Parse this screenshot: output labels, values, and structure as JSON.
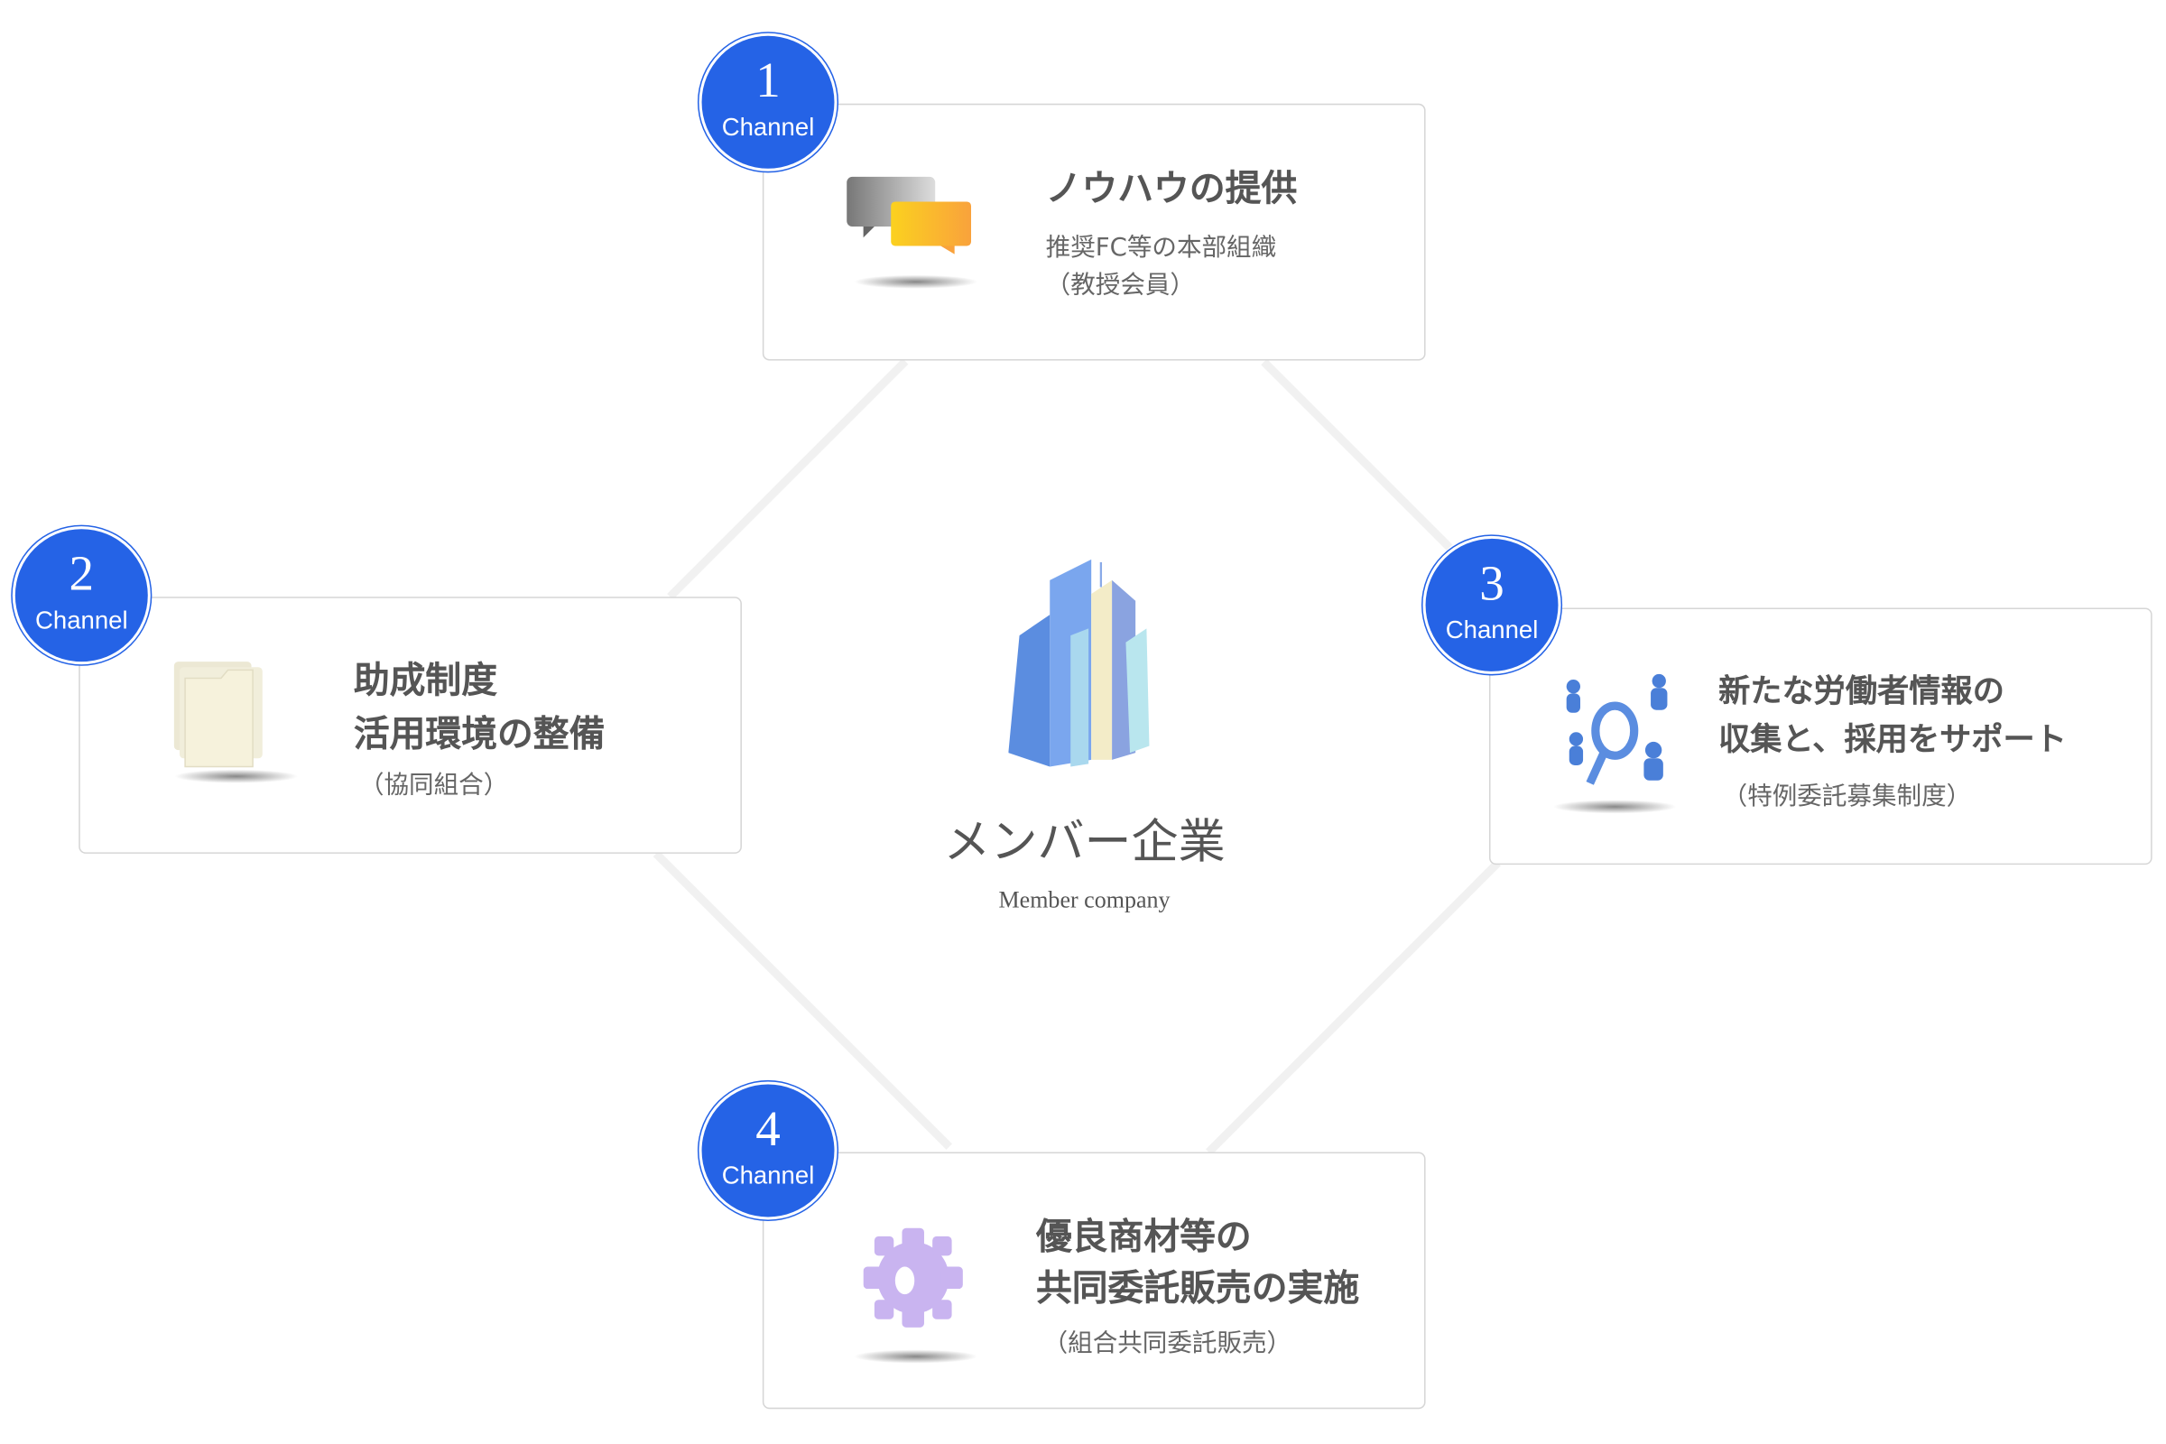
{
  "center": {
    "title": "メンバー企業",
    "subtitle": "Member company",
    "icon": "buildings-icon"
  },
  "channels": [
    {
      "number": "1",
      "label": "Channel",
      "title_lines": [
        "ノウハウの提供"
      ],
      "sub_lines": [
        "推奨FC等の本部組織",
        "（教授会員）"
      ],
      "icon": "speech-bubbles-icon"
    },
    {
      "number": "2",
      "label": "Channel",
      "title_lines": [
        "助成制度",
        "活用環境の整備"
      ],
      "sub_lines": [
        "（協同組合）"
      ],
      "icon": "folders-icon"
    },
    {
      "number": "3",
      "label": "Channel",
      "title_lines": [
        "新たな労働者情報の",
        "収集と、採用をサポート"
      ],
      "sub_lines": [
        "（特例委託募集制度）"
      ],
      "icon": "people-search-icon"
    },
    {
      "number": "4",
      "label": "Channel",
      "title_lines": [
        "優良商材等の",
        "共同委託販売の実施"
      ],
      "sub_lines": [
        "（組合共同委託販売）"
      ],
      "icon": "gear-icon"
    }
  ],
  "colors": {
    "badge": "#2563e6",
    "text": "#555555"
  }
}
